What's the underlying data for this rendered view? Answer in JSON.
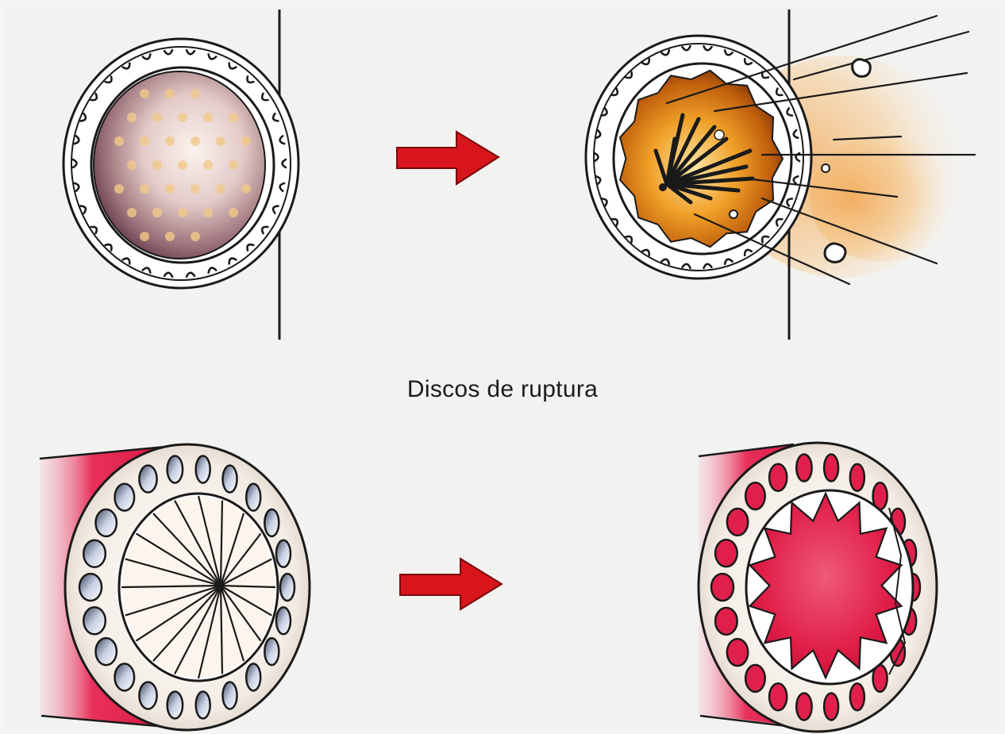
{
  "caption": "Discos de ruptura",
  "colors": {
    "paper": "#f4f4f2",
    "ink": "#1a1a1a",
    "arrow": "#d8141c",
    "pipe": "#e0204a",
    "burst_orange": "#e07a10"
  },
  "panels": [
    {
      "name": "domed-rupture-disc-intact",
      "state": "intact"
    },
    {
      "name": "domed-rupture-disc-burst",
      "state": "ruptured"
    },
    {
      "name": "scored-rupture-disc-intact",
      "state": "intact"
    },
    {
      "name": "scored-rupture-disc-burst",
      "state": "ruptured"
    }
  ],
  "icons": [
    "right-arrow-icon",
    "right-arrow-icon"
  ]
}
